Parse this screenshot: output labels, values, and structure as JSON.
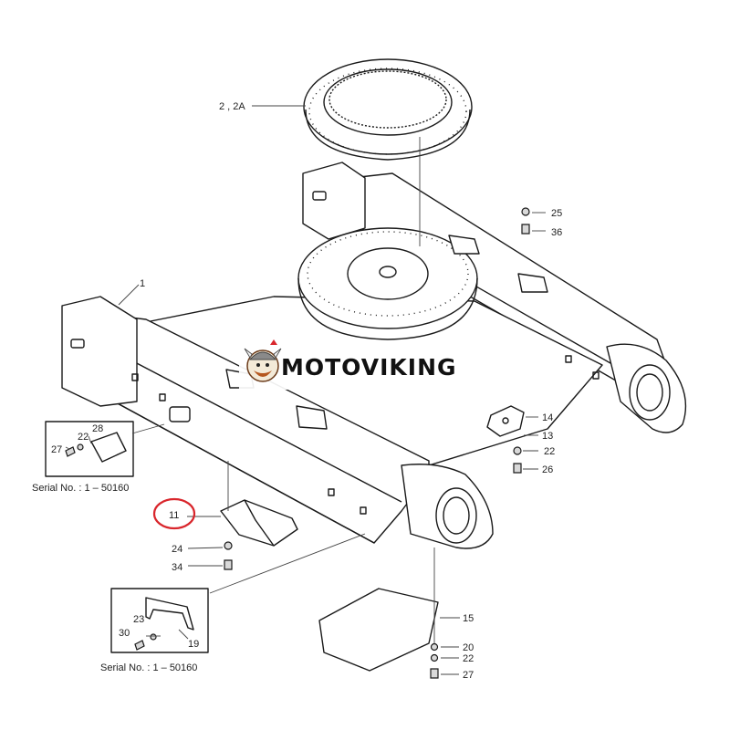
{
  "watermark": {
    "brand": "MOTOVIKING",
    "logo_icon": "viking-mascot-icon"
  },
  "highlight_color": "#d9262c",
  "callouts": {
    "c1": "1",
    "c2": "2 , 2A",
    "c25": "25",
    "c36": "36",
    "c14": "14",
    "c13": "13",
    "c22a": "22",
    "c26": "26",
    "c28": "28",
    "c22b": "22",
    "c27a": "27",
    "c11": "11",
    "c24": "24",
    "c34": "34",
    "c23": "23",
    "c30": "30",
    "c19": "19",
    "c15": "15",
    "c20": "20",
    "c22c": "22",
    "c27b": "27"
  },
  "serials": {
    "upper": "Serial No. : 1 – 50160",
    "lower": "Serial No. : 1 – 50160"
  }
}
